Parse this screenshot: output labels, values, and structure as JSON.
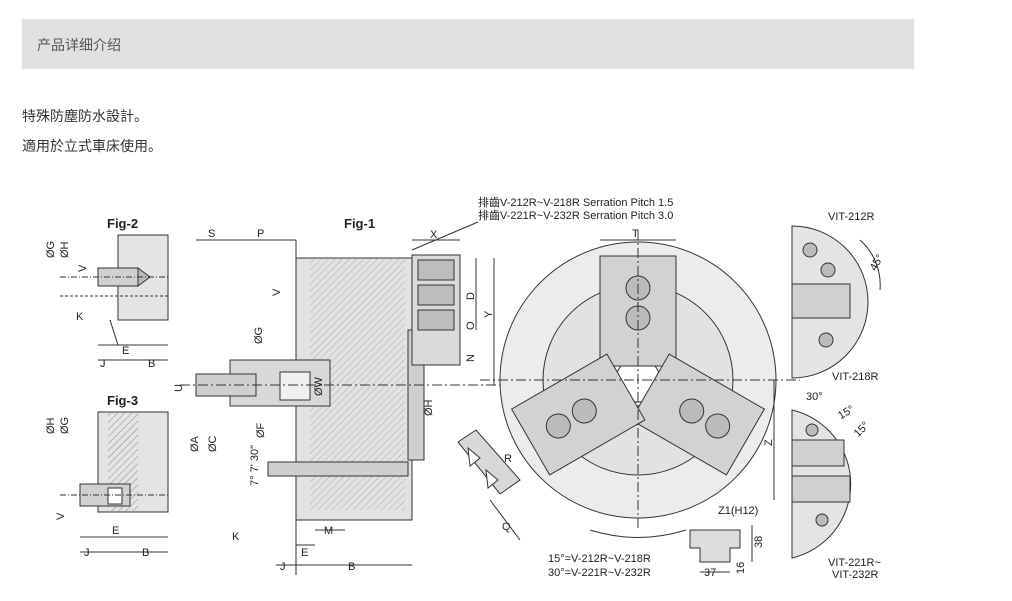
{
  "tab": {
    "title": "产品详细介绍"
  },
  "description": {
    "line1": "特殊防塵防水設計。",
    "line2": "適用於立式車床使用。"
  },
  "drawing": {
    "fig2": "Fig-2",
    "fig1": "Fig-1",
    "fig3": "Fig-3",
    "serration1": "排齒V-212R~V-218R Serration Pitch 1.5",
    "serration2": "排齒V-221R~V-232R Serration Pitch 3.0",
    "labels": {
      "S": "S",
      "P": "P",
      "X": "X",
      "T": "T",
      "V": "V",
      "K": "K",
      "J": "J",
      "E": "E",
      "B": "B",
      "U": "U",
      "M": "M",
      "D": "D",
      "O": "O",
      "Y": "Y",
      "N": "N",
      "Z": "Z",
      "R": "R",
      "Q": "Q",
      "phiG": "ØG",
      "phiH": "ØH",
      "phiW": "ØW",
      "phiA": "ØA",
      "phiC": "ØC",
      "phiF": "ØF",
      "angles": "7° 7' 30\"",
      "z1": "Z1(H12)",
      "n38": "38",
      "n37": "37",
      "n16": "16"
    },
    "angle_note1": "15°=V-212R~V-218R",
    "angle_note2": "30°=V-221R~V-232R",
    "vit212": "VIT-212R",
    "vit218": "VIT-218R",
    "vit221": "VIT-221R~",
    "vit232": "VIT-232R",
    "deg45": "45°",
    "deg30": "30°",
    "deg15a": "15°",
    "deg15b": "15°"
  }
}
